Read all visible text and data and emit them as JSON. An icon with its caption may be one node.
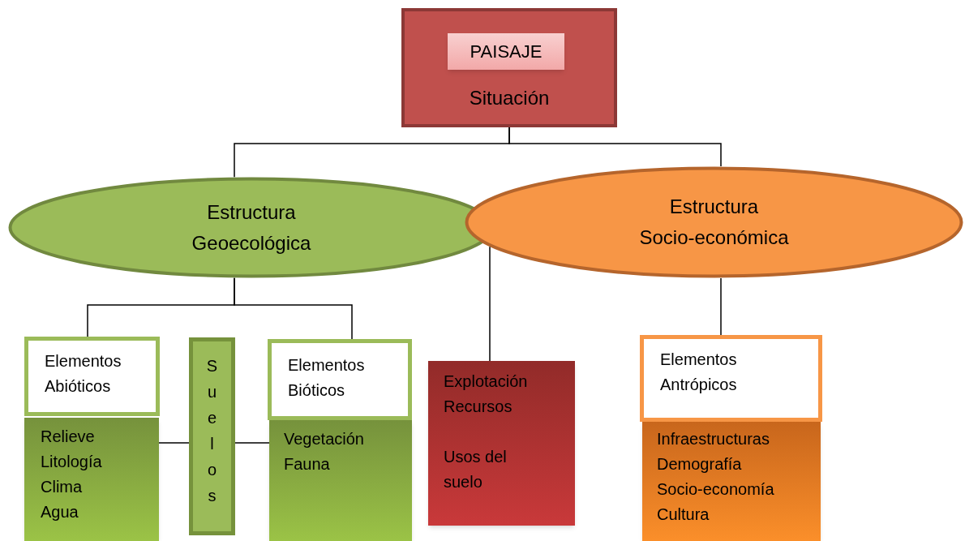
{
  "diagram": {
    "nodes": [
      {
        "text": [
          "Situación"
        ]
      },
      {
        "text": [
          "PAISAJE"
        ],
        "in": 0
      },
      {
        "text": [
          "Estructura Geoecológica"
        ]
      },
      {
        "text": [
          "Estructura Socio-económica"
        ]
      },
      {
        "text": [
          "Elementos Abióticos"
        ]
      },
      {
        "text": [
          "Relieve",
          "Litología",
          "Clima",
          "Agua"
        ]
      },
      {
        "text": [
          "Suelos"
        ]
      },
      {
        "text": [
          "Elementos Bióticos"
        ]
      },
      {
        "text": [
          "Vegetación",
          "Fauna"
        ]
      },
      {
        "text": [
          "Explotación Recursos",
          "Usos del suelo"
        ]
      },
      {
        "text": [
          "Elementos Antrópicos"
        ]
      },
      {
        "text": [
          "Infraestructuras",
          "Demografía",
          "Socio-economía",
          "Cultura"
        ]
      }
    ],
    "edges": [
      {
        "from": 0,
        "to": 2,
        "arrow": "none"
      },
      {
        "from": 0,
        "to": 3,
        "arrow": "none"
      },
      {
        "from": 2,
        "to": 4,
        "arrow": "none"
      },
      {
        "from": 2,
        "to": 7,
        "arrow": "none"
      },
      {
        "from": 3,
        "to": 9,
        "arrow": "none"
      },
      {
        "from": 3,
        "to": 10,
        "arrow": "none"
      },
      {
        "from": 5,
        "to": 6,
        "arrow": "none"
      },
      {
        "from": 6,
        "to": 8,
        "arrow": "none"
      }
    ]
  }
}
